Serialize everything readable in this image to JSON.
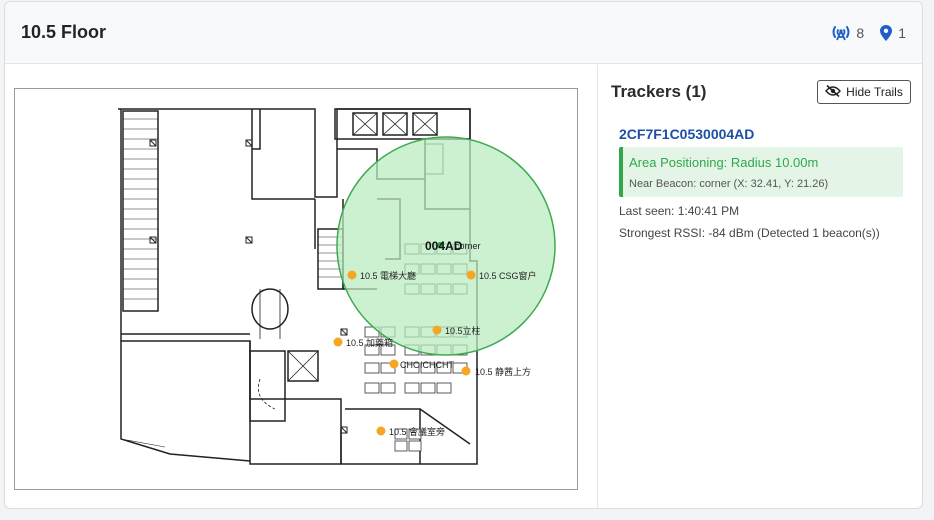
{
  "header": {
    "title": "10.5 Floor",
    "gateway_count": "8",
    "beacon_count": "1",
    "gateway_icon": "antenna-icon",
    "beacon_icon": "map-pin-icon"
  },
  "map": {
    "tracker_label": "004AD",
    "beacon_label": "corner",
    "zone_labels": [
      "10.5 電梯大廳",
      "10.5 CSG窗户",
      "10.5立柱",
      "10.5 加藥箱",
      "CHOICHCHT",
      "10.5 静茜上方",
      "10.5 會議室旁"
    ],
    "colors": {
      "radius_fill": "#b9ecbf",
      "radius_stroke": "#3faa50",
      "zone_marker": "#f5a623"
    }
  },
  "trackers": {
    "title": "Trackers (1)",
    "hide_trails_label": "Hide Trails",
    "hide_trails_icon": "eye-slash-icon",
    "items": [
      {
        "id": "2CF7F1C0530004AD",
        "positioning": "Area Positioning: Radius 10.00m",
        "near_beacon": "Near Beacon: corner (X: 32.41, Y: 21.26)",
        "last_seen": "Last seen: 1:40:41 PM",
        "rssi": "Strongest RSSI: -84 dBm (Detected 1 beacon(s))"
      }
    ],
    "colors": {
      "id": "#1d4fa8",
      "positioning": "#2ea84a"
    }
  }
}
